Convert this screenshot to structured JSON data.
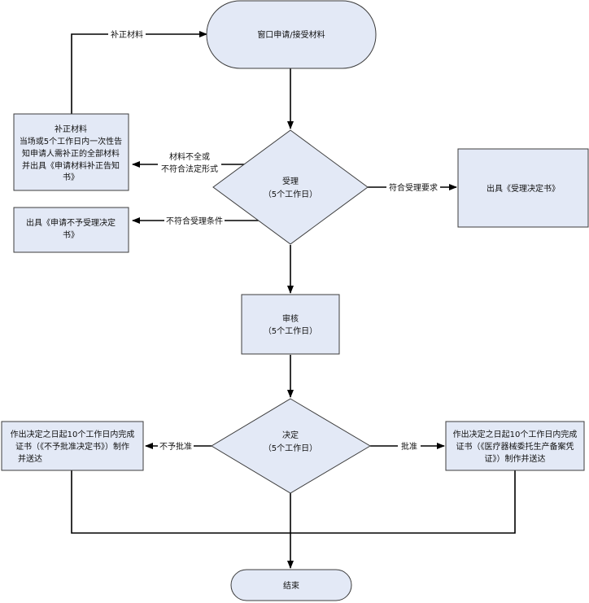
{
  "nodes": {
    "start": "窗口申请/接受材料",
    "supplement": [
      "补正材料",
      "当场或5个工作日内一次性告",
      "知申请人需补正的全部材料",
      "并出具《申请材料补正告知",
      "书》"
    ],
    "accept_decision": [
      "受理",
      "（5个工作日）"
    ],
    "accept_notice": "出具《受理决定书》",
    "reject_notice": [
      "出具《申请不予受理决定",
      "书》"
    ],
    "review": [
      "审核",
      "（5个工作日）"
    ],
    "decide": [
      "决定",
      "（5个工作日）"
    ],
    "disapprove": [
      "作出决定之日起10个工作日内完成",
      "证书（《不予批准决定书》）制作",
      "并送达"
    ],
    "approve": [
      "作出决定之日起10个工作日内完成",
      "证书（《医疗器械委托生产备案凭",
      "证》）制作并送达"
    ],
    "end": "结束"
  },
  "edges": {
    "supplement_loop": "补正材料",
    "incomplete": [
      "材料不全或",
      "不符合法定形式"
    ],
    "meets": "符合受理要求",
    "not_meet": "不符合受理条件",
    "not_approve": "不予批准",
    "approve": "批准"
  },
  "colors": {
    "node_fill": "#e3e9f6",
    "node_stroke": "#3c3c3c",
    "edge": "#000000"
  }
}
